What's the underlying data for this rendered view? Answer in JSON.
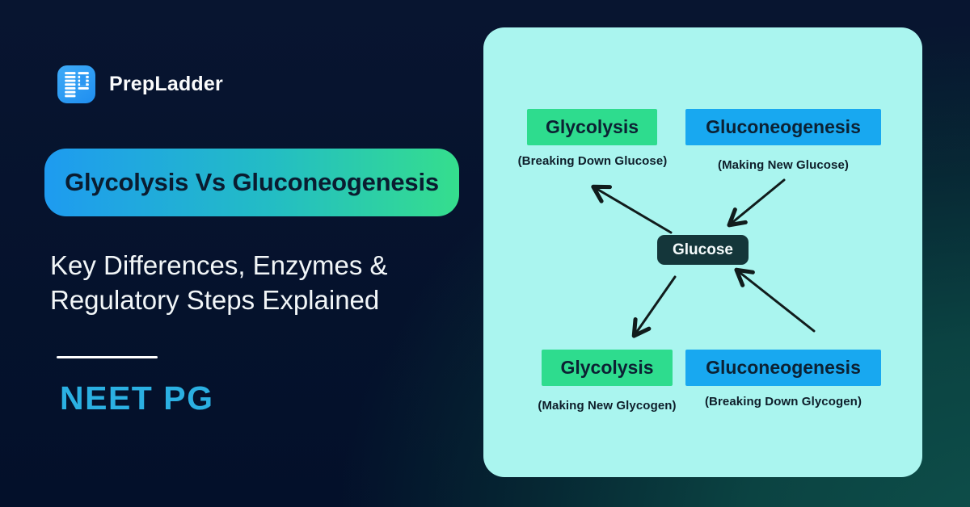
{
  "brand": {
    "name": "PrepLadder",
    "logo_icon": "prepladder-striped-p-icon"
  },
  "hero": {
    "title": "Glycolysis Vs Gluconeogenesis",
    "subtitle_line1": "Key Differences, Enzymes &",
    "subtitle_line2": "Regulatory Steps Explained",
    "exam": "NEET PG"
  },
  "diagram": {
    "center": {
      "label": "Glucose"
    },
    "nodes": {
      "top_left": {
        "label": "Glycolysis",
        "caption": "(Breaking Down Glucose)"
      },
      "top_right": {
        "label": "Gluconeogenesis",
        "caption": "(Making New Glucose)"
      },
      "bottom_left": {
        "label": "Glycolysis",
        "caption": "(Making New Glycogen)"
      },
      "bottom_right": {
        "label": "Gluconeogenesis",
        "caption": "(Breaking Down Glycogen)"
      }
    },
    "arrows": [
      {
        "name": "glucose-to-glycolysis-top",
        "direction": "from Glucose up-left, head at top"
      },
      {
        "name": "gluconeogenesis-top-to-glucose",
        "direction": "from top-right down-left, head at Glucose"
      },
      {
        "name": "glucose-to-glycolysis-bottom",
        "direction": "from Glucose down-left, head at bottom"
      },
      {
        "name": "gluconeogenesis-bottom-to-glucose",
        "direction": "from bottom-right up-left, head at Glucose"
      }
    ]
  },
  "colors": {
    "background_navy": "#05102a",
    "background_teal": "#0e4f4a",
    "panel_bg": "#aaf5ef",
    "green_label": "#2edc8e",
    "blue_label": "#18a8f0",
    "glucose_bg": "#14363a",
    "pill_gradient_start": "#1e9bf0",
    "pill_gradient_end": "#35de8d",
    "pill_text": "#0a1c30",
    "exam_accent": "#2bb0e2",
    "logo_blue": "#2f9ff2",
    "arrow_color": "#111c1c"
  }
}
